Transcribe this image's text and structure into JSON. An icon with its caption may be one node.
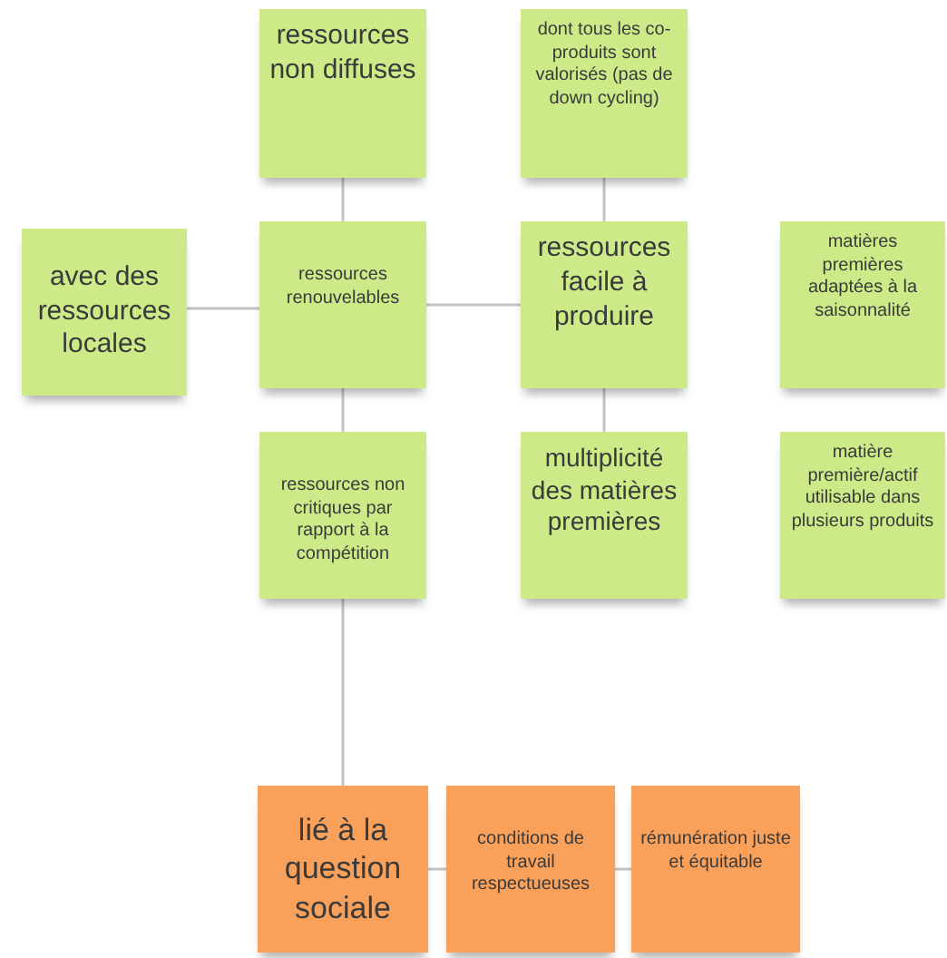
{
  "diagram": {
    "nodes": [
      {
        "text": [
          "ressources non diffuses"
        ]
      },
      {
        "text": [
          "dont tous les co-produits sont valorisés (pas de down cycling)"
        ]
      },
      {
        "text": [
          "avec des ressources locales"
        ]
      },
      {
        "text": [
          "ressources renouvelables"
        ]
      },
      {
        "text": [
          "ressources facile à produire"
        ]
      },
      {
        "text": [
          "matières premières adaptées à la saisonnalité"
        ]
      },
      {
        "text": [
          "ressources non critiques par rapport à la compétition"
        ]
      },
      {
        "text": [
          "multiplicité des matières premières"
        ]
      },
      {
        "text": [
          "matière première/actif utilisable dans plusieurs produits"
        ]
      },
      {
        "text": [
          "lié à la question sociale"
        ]
      },
      {
        "text": [
          "conditions de travail respectueuses"
        ]
      },
      {
        "text": [
          "rémunération juste et équitable"
        ]
      }
    ],
    "edges": [
      {
        "from": 2,
        "to": 3,
        "arrow": "none"
      },
      {
        "from": 3,
        "to": 4,
        "arrow": "none"
      },
      {
        "from": 0,
        "to": 3,
        "arrow": "none"
      },
      {
        "from": 1,
        "to": 4,
        "arrow": "none"
      },
      {
        "from": 3,
        "to": 6,
        "arrow": "none"
      },
      {
        "from": 4,
        "to": 7,
        "arrow": "none"
      },
      {
        "from": 6,
        "to": 9,
        "arrow": "none"
      },
      {
        "from": 9,
        "to": 10,
        "arrow": "none"
      },
      {
        "from": 10,
        "to": 11,
        "arrow": "none"
      }
    ]
  }
}
